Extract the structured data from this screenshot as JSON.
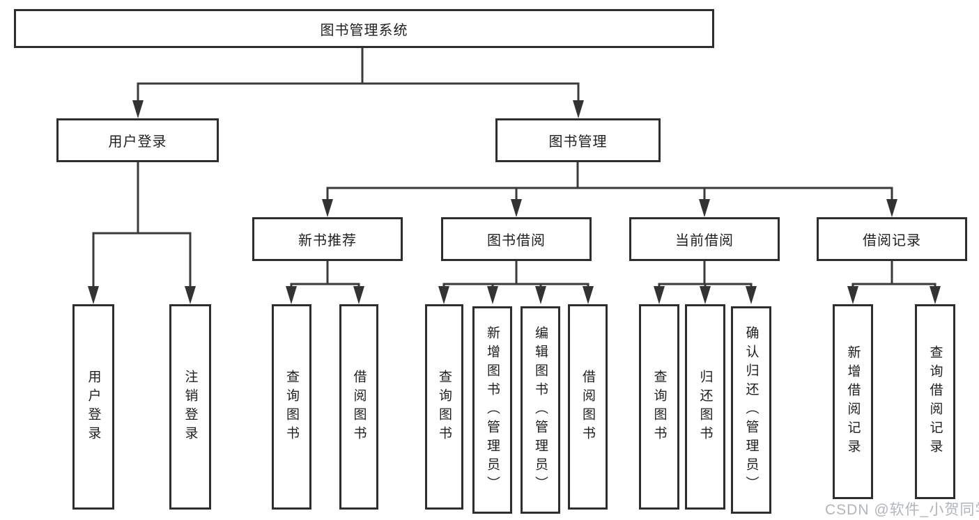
{
  "title": "图书管理系统",
  "colors": {
    "line": "#3a3a3a",
    "box_border": "#2e2e2e",
    "text": "#1f1f1f",
    "watermark": "#aab0b6",
    "background": "#ffffff"
  },
  "nodes": {
    "root": "图书管理系统",
    "user_login": "用户登录",
    "book_management": "图书管理",
    "new_book_recommend": "新书推荐",
    "book_borrowing": "图书借阅",
    "current_borrowing": "当前借阅",
    "borrowing_records": "借阅记录",
    "leaf_user_login": "用户登录",
    "leaf_logout_login": "注销登录",
    "leaf_nb_query_books": "查询图书",
    "leaf_nb_borrow_books": "借阅图书",
    "leaf_bb_query_books": "查询图书",
    "leaf_bb_add_books": "新增图书（管理员）",
    "leaf_bb_edit_books": "编辑图书（管理员）",
    "leaf_bb_borrow_books": "借阅图书",
    "leaf_cb_query_books": "查询图书",
    "leaf_cb_return_books": "归还图书",
    "leaf_cb_confirm_return": "确认归还（管理员）",
    "leaf_br_add_record": "新增借阅记录",
    "leaf_br_query_record": "查询借阅记录"
  },
  "tree": {
    "root": "图书管理系统",
    "children": [
      {
        "label": "用户登录",
        "children": [
          "用户登录",
          "注销登录"
        ]
      },
      {
        "label": "图书管理",
        "children": [
          {
            "label": "新书推荐",
            "children": [
              "查询图书",
              "借阅图书"
            ]
          },
          {
            "label": "图书借阅",
            "children": [
              "查询图书",
              "新增图书（管理员）",
              "编辑图书（管理员）",
              "借阅图书"
            ]
          },
          {
            "label": "当前借阅",
            "children": [
              "查询图书",
              "归还图书",
              "确认归还（管理员）"
            ]
          },
          {
            "label": "借阅记录",
            "children": [
              "新增借阅记录",
              "查询借阅记录"
            ]
          }
        ]
      }
    ]
  },
  "watermark": {
    "text": "CSDN @软件_小贺同学"
  }
}
